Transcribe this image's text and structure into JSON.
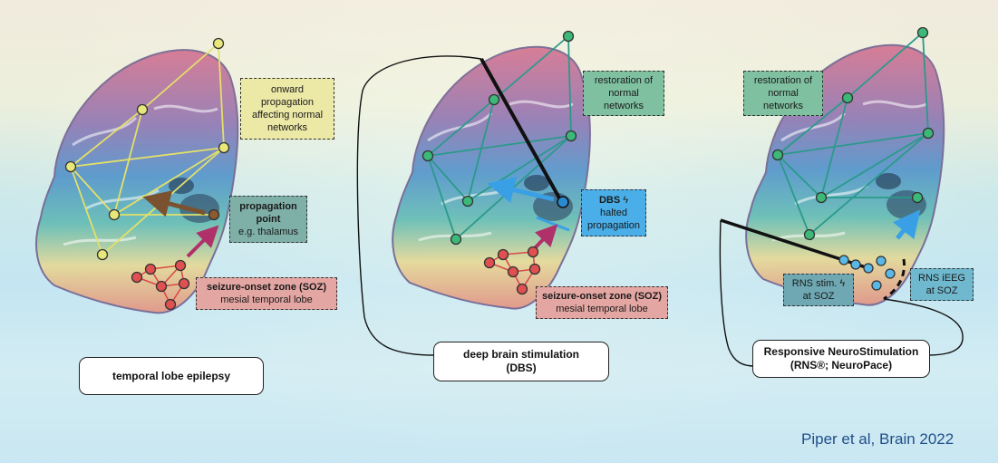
{
  "panels": {
    "tle": {
      "label": "temporal lobe epilepsy",
      "onward": [
        "onward",
        "propagation",
        "affecting normal",
        "networks"
      ],
      "propagation_title": [
        "propagation",
        "point"
      ],
      "propagation_example": "e.g. thalamus",
      "soz_title": "seizure-onset zone (SOZ)",
      "soz_location": "mesial temporal lobe"
    },
    "dbs": {
      "label_line1": "deep brain stimulation",
      "label_line2": "(DBS)",
      "restoration": [
        "restoration of",
        "normal",
        "networks"
      ],
      "halted_title": "DBS",
      "halted_text": [
        "halted",
        "propagation"
      ],
      "soz_title": "seizure-onset zone (SOZ)",
      "soz_location": "mesial temporal lobe"
    },
    "rns": {
      "label_line1": "Responsive NeuroStimulation",
      "label_line2": "(RNS®; NeuroPace)",
      "restoration": [
        "restoration of",
        "normal",
        "networks"
      ],
      "stim": [
        "RNS stim.",
        "at SOZ"
      ],
      "ieeg": [
        "RNS iEEG",
        "at SOZ"
      ]
    }
  },
  "icons": {
    "stimulation": "lightning-bolt-icon",
    "bolt_glyph": "ϟ"
  },
  "citation": "Piper et al, Brain 2022",
  "colors": {
    "yellow_node": "#e8e87a",
    "green_node": "#3cb878",
    "red_node": "#e05050",
    "blue_node": "#5ab8e6",
    "arrow_brown": "#7a5230",
    "arrow_magenta": "#b0306a",
    "arrow_blue": "#3aa0e6"
  }
}
